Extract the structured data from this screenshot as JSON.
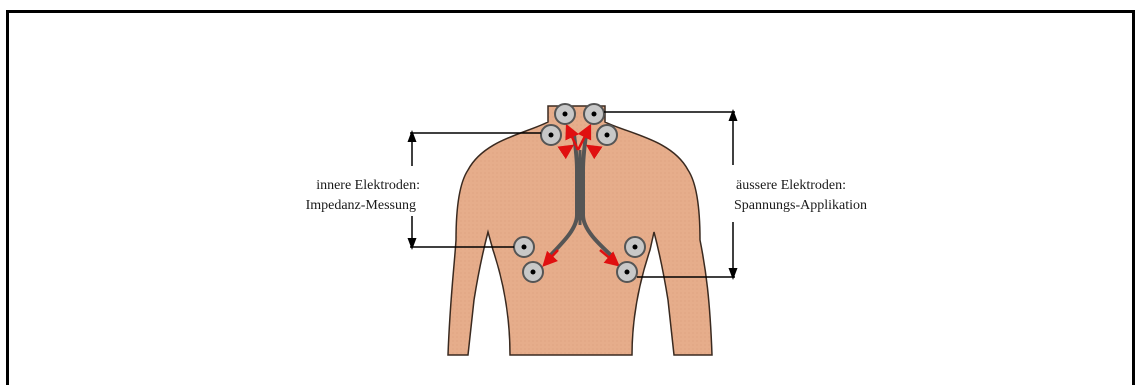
{
  "labels": {
    "inner_line1": "innere Elektroden:",
    "inner_line2": "Impedanz-Messung",
    "outer_line1": "äussere Elektroden:",
    "outer_line2": "Spannungs-Applikation"
  },
  "colors": {
    "skin": "#e6ad8b",
    "skin_outline": "#3a2a20",
    "electrode_fill": "#c8c8c8",
    "electrode_ring": "#555555",
    "cable": "#555555",
    "arrow": "#e01010"
  }
}
